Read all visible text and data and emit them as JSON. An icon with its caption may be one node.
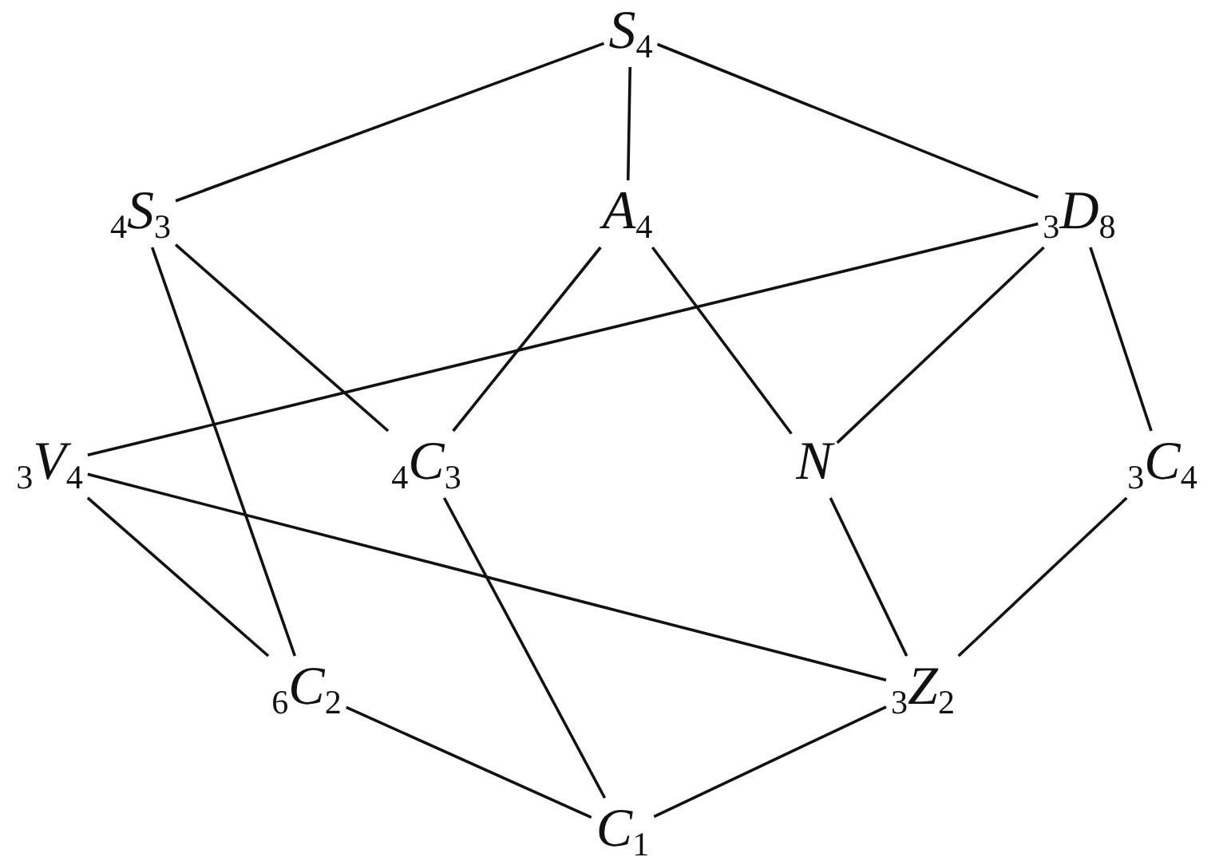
{
  "diagram": {
    "nodes": [
      {
        "text": [
          "S$_{4}$"
        ]
      },
      {
        "text": [
          "$_{4}$S$_{3}$"
        ]
      },
      {
        "text": [
          "A$_{4}$"
        ]
      },
      {
        "text": [
          "$_{3}$D$_{8}$"
        ]
      },
      {
        "text": [
          "$_{3}$V$_{4}$"
        ]
      },
      {
        "text": [
          "$_{4}$C$_{3}$"
        ]
      },
      {
        "text": [
          "N"
        ]
      },
      {
        "text": [
          "$_{3}$C$_{4}$"
        ]
      },
      {
        "text": [
          "$_{6}$C$_{2}$"
        ]
      },
      {
        "text": [
          "$_{3}$Z$_{2}$"
        ]
      },
      {
        "text": [
          "C$_{1}$"
        ]
      }
    ],
    "edges": [
      {
        "from": 0,
        "to": 1,
        "arrow": "none"
      },
      {
        "from": 0,
        "to": 2,
        "arrow": "none"
      },
      {
        "from": 0,
        "to": 3,
        "arrow": "none"
      },
      {
        "from": 1,
        "to": 5,
        "arrow": "none"
      },
      {
        "from": 1,
        "to": 8,
        "arrow": "none"
      },
      {
        "from": 2,
        "to": 5,
        "arrow": "none"
      },
      {
        "from": 2,
        "to": 6,
        "arrow": "none"
      },
      {
        "from": 3,
        "to": 4,
        "arrow": "none"
      },
      {
        "from": 3,
        "to": 6,
        "arrow": "none"
      },
      {
        "from": 3,
        "to": 7,
        "arrow": "none"
      },
      {
        "from": 4,
        "to": 8,
        "arrow": "none"
      },
      {
        "from": 4,
        "to": 9,
        "arrow": "none"
      },
      {
        "from": 5,
        "to": 10,
        "arrow": "none"
      },
      {
        "from": 6,
        "to": 9,
        "arrow": "none"
      },
      {
        "from": 7,
        "to": 9,
        "arrow": "none"
      },
      {
        "from": 8,
        "to": 10,
        "arrow": "none"
      },
      {
        "from": 9,
        "to": 10,
        "arrow": "none"
      }
    ]
  }
}
